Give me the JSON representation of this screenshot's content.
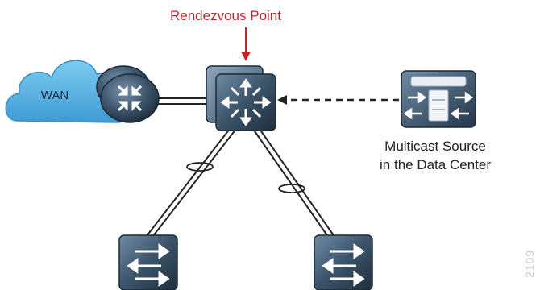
{
  "rendezvous_label": "Rendezvous Point",
  "wan_label": "WAN",
  "source_label_line1": "Multicast Source",
  "source_label_line2": "in the Data Center",
  "figure_id": "2109",
  "colors": {
    "rp_label": "#c0272d",
    "cloud": "#5bb3e4",
    "device_dark": "#2a3e50",
    "device_light": "#5d7b95",
    "link": "#222222"
  }
}
